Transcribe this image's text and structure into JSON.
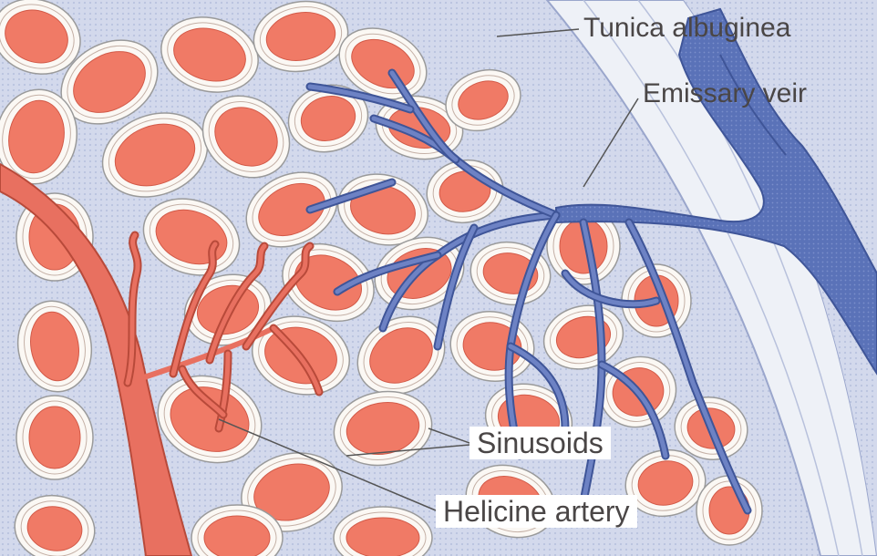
{
  "labels": {
    "tunica_albuginea": "Tunica albuginea",
    "emissary_vein": "Emissary veir",
    "sinusoids": "Sinusoids",
    "helicine_artery": "Helicine artery"
  },
  "colors": {
    "background": "#f4f1ee",
    "tissue_blue": "#c9d1e6",
    "artery_red": "#e87060",
    "vein_blue": "#5a72b8",
    "sinus_fill": "#f07a66",
    "label_text": "#4a4646"
  }
}
